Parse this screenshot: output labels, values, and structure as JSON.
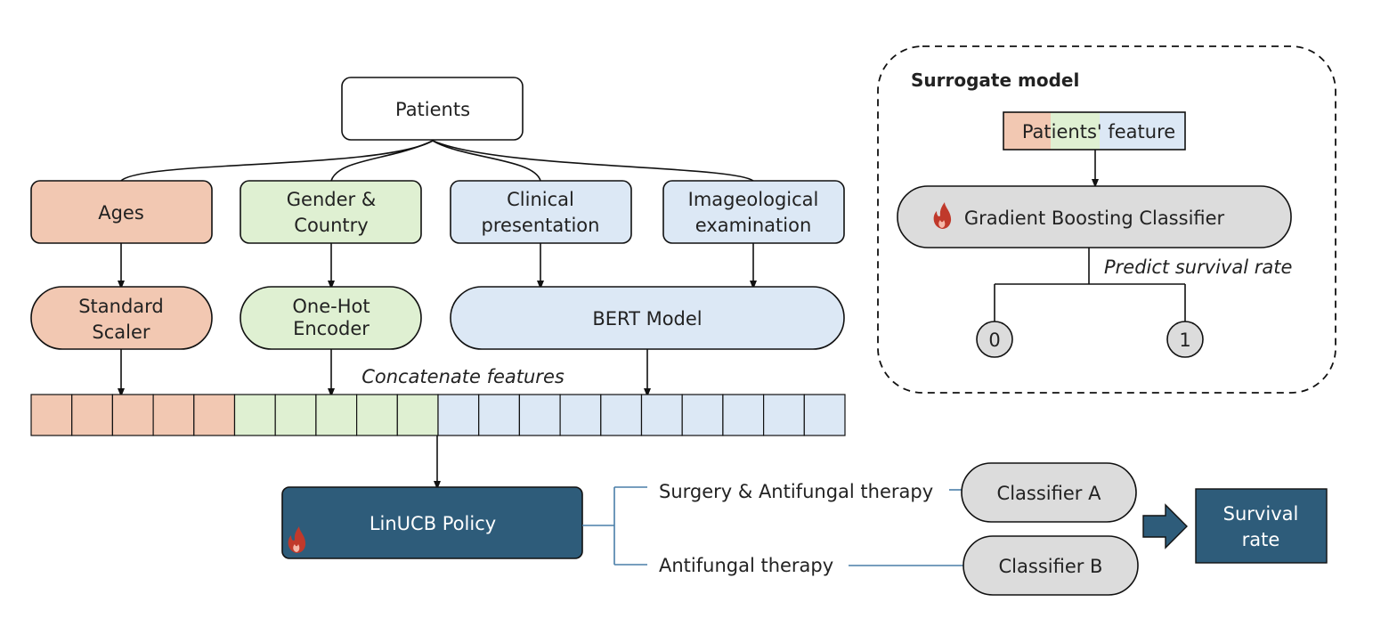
{
  "nodes": {
    "patients": "Patients",
    "ages": "Ages",
    "gender_country": [
      "Gender &",
      "Country"
    ],
    "clinical": [
      "Clinical",
      "presentation"
    ],
    "imageological": [
      "Imageological",
      "examination"
    ],
    "standard_scaler": [
      "Standard",
      "Scaler"
    ],
    "one_hot": [
      "One-Hot",
      "Encoder"
    ],
    "bert": "BERT Model",
    "linucb": "LinUCB Policy",
    "classifier_a": "Classifier A",
    "classifier_b": "Classifier B",
    "survival_rate": [
      "Survival",
      "rate"
    ]
  },
  "labels": {
    "concatenate": "Concatenate features",
    "surgery_therapy": "Surgery & Antifungal therapy",
    "antifungal_therapy": "Antifungal therapy"
  },
  "surrogate": {
    "title": "Surrogate model",
    "features": "Patients' feature",
    "classifier": "Gradient Boosting Classifier",
    "predict": "Predict survival rate",
    "out0": "0",
    "out1": "1"
  },
  "feature_vector": {
    "segments": [
      {
        "group": "ages",
        "count": 5
      },
      {
        "group": "gender_country",
        "count": 5
      },
      {
        "group": "text",
        "count": 10
      }
    ]
  },
  "colors": {
    "ages": "#f2c8b2",
    "gender_country": "#dff0d2",
    "text_features": "#dce8f5",
    "classifier_gray": "#dcdcdc",
    "dark_blue": "#2e5c7a",
    "fire": "#c0392b",
    "link_blue": "#4a7fa8"
  }
}
